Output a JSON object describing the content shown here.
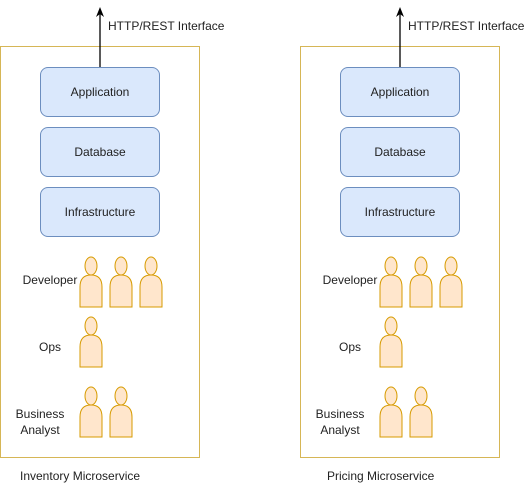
{
  "services": [
    {
      "name": "Inventory Microservice",
      "interface_label": "HTTP/REST Interface",
      "layers": [
        "Application",
        "Database",
        "Infrastructure"
      ],
      "roles": {
        "developer": "Developer",
        "ops": "Ops",
        "business_analyst": "Business\nAnalyst"
      },
      "team": {
        "developers": 3,
        "ops": 1,
        "business_analysts": 2
      }
    },
    {
      "name": "Pricing Microservice",
      "interface_label": "HTTP/REST Interface",
      "layers": [
        "Application",
        "Database",
        "Infrastructure"
      ],
      "roles": {
        "developer": "Developer",
        "ops": "Ops",
        "business_analyst": "Business\nAnalyst"
      },
      "team": {
        "developers": 3,
        "ops": 1,
        "business_analysts": 2
      }
    }
  ],
  "colors": {
    "frame_border": "#d6b656",
    "layer_fill": "#dae8fc",
    "layer_border": "#6c8ebf",
    "person_fill": "#ffe6cc",
    "person_stroke": "#d79b00"
  }
}
